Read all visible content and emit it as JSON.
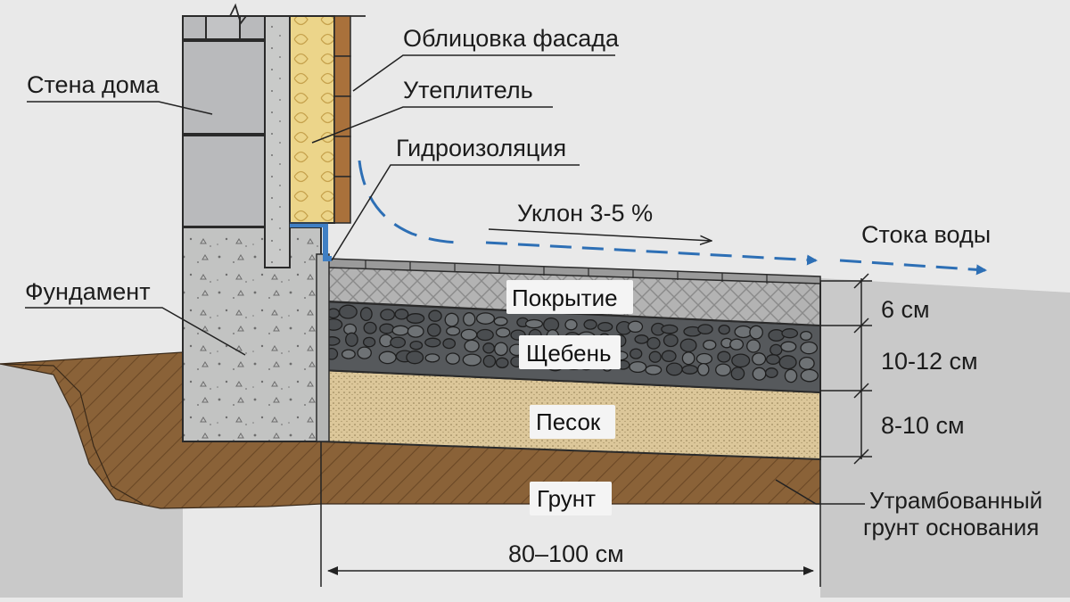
{
  "labels": {
    "facade": "Облицовка фасада",
    "insulation": "Утеплитель",
    "waterproofing": "Гидроизоляция",
    "wall": "Стена дома",
    "foundation": "Фундамент",
    "slope": "Уклон 3-5 %",
    "runoff": "Стока воды",
    "compacted_line1": "Утрамбованный",
    "compacted_line2": "грунт основания"
  },
  "layers": [
    {
      "name": "Покрытие",
      "thickness": "6 см"
    },
    {
      "name": "Щебень",
      "thickness": "10-12 см"
    },
    {
      "name": "Песок",
      "thickness": "8-10 см"
    },
    {
      "name": "Грунт",
      "thickness": ""
    }
  ],
  "width_dimension": "80–100 см",
  "colors": {
    "soil": "#8a6238",
    "sand": "#dcc79a",
    "gravel": "#56595c",
    "paving": "#a9a9a9",
    "concrete": "#c2c3c2",
    "brick": "#b9babc",
    "insulation": "#ecd58a",
    "cladding": "#a9713b",
    "waterproofing": "#3f7fc4",
    "water_arrow": "#2d6fb5"
  }
}
